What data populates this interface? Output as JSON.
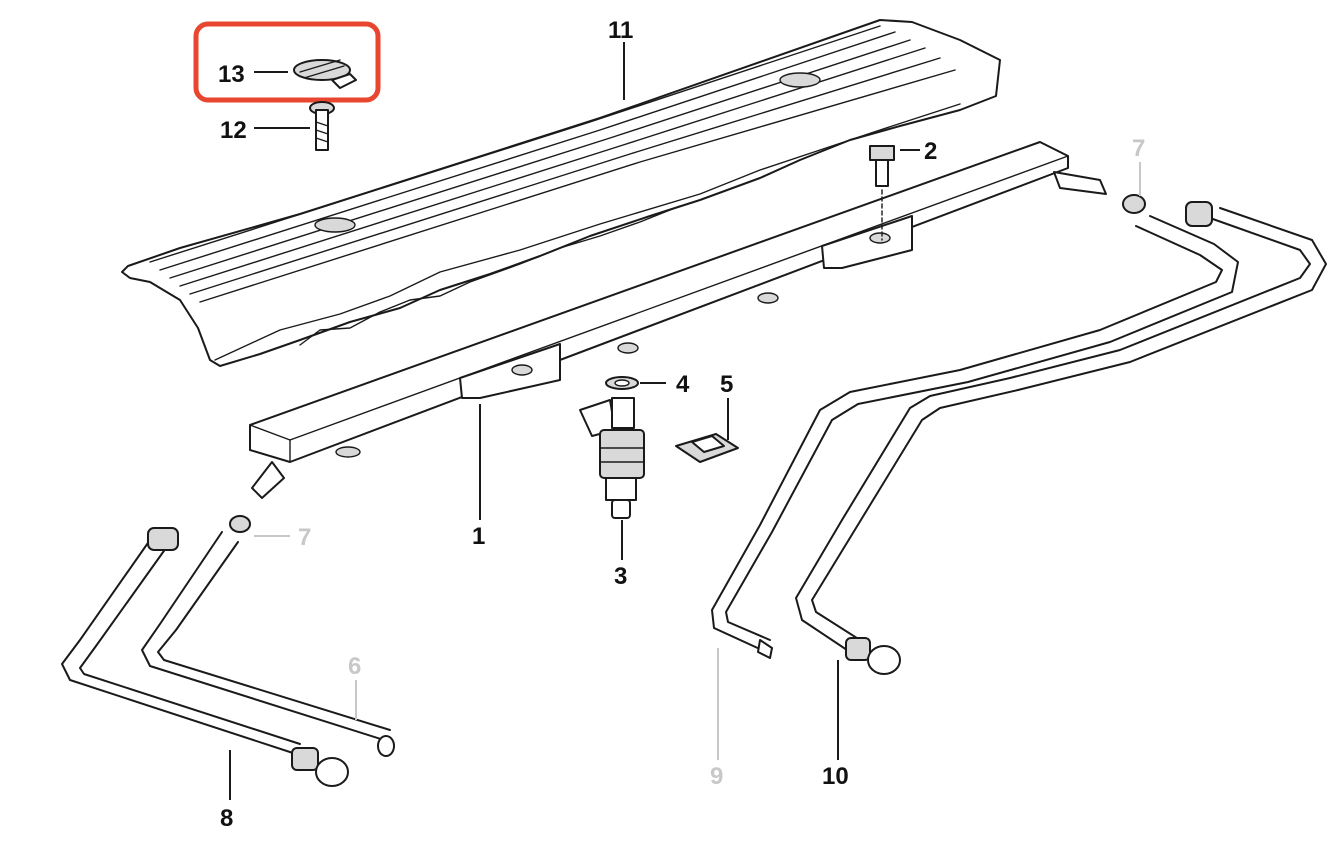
{
  "labels": {
    "p1": "1",
    "p2": "2",
    "p3": "3",
    "p4": "4",
    "p5": "5",
    "p6": "6",
    "p7a": "7",
    "p7b": "7",
    "p8": "8",
    "p9": "9",
    "p10": "10",
    "p11": "11",
    "p12": "12",
    "p13": "13"
  },
  "colors": {
    "highlight": "#e8462e",
    "ink": "#1a1a1a",
    "muted_label": "#c8c8c8"
  }
}
